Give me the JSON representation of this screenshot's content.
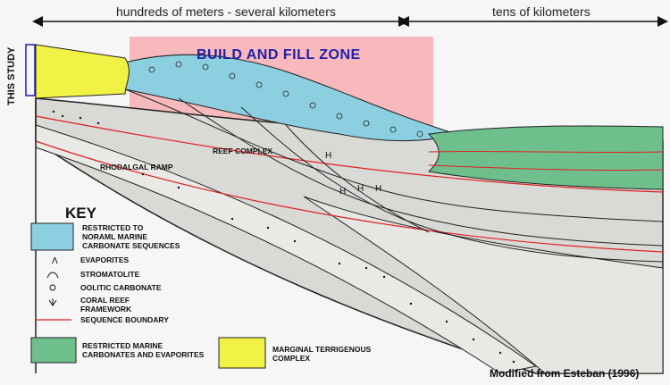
{
  "scale": {
    "left": "hundreds of meters - several kilometers",
    "right": "tens of kilometers"
  },
  "zone_label": "BUILD AND FILL ZONE",
  "this_study": "THIS STUDY",
  "labels": {
    "reef_complex": "REEF COMPLEX",
    "rhodalgal_ramp": "RHODALGAL RAMP",
    "evaporite_symbol": "H"
  },
  "key": {
    "title": "KEY",
    "restricted_normal": "RESTRICTED TO\nNORAML MARINE\nCARBONATE SEQUENCES",
    "evaporites": "EVAPORITES",
    "stromatolite": "STROMATOLITE",
    "oolitic": "OOLITIC CARBONATE",
    "coral": "CORAL REEF\nFRAMEWORK",
    "sequence_boundary": "SEQUENCE BOUNDARY",
    "restricted_marine": "RESTRICTED MARINE\nCARBONATES AND EVAPORITES",
    "marginal": "MARGINAL TERRIGENOUS\nCOMPLEX"
  },
  "credit": "Modified from Esteban (1996)",
  "colors": {
    "blue": "#8ccfe0",
    "green": "#6fbf8d",
    "yellow": "#f2f246",
    "pink": "#f7b9bb",
    "boundary": "#e02020"
  }
}
